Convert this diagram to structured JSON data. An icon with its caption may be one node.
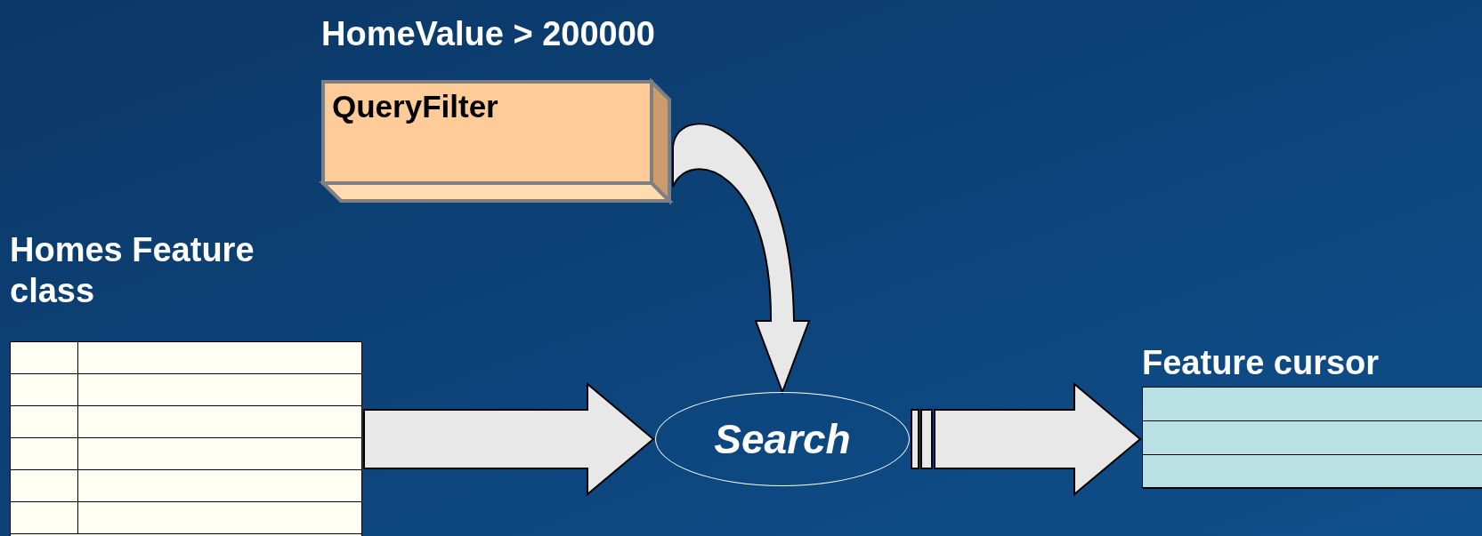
{
  "diagram": {
    "nodes": [
      {
        "text": [
          "QueryFilter"
        ],
        "beside": [
          "HomeValue > 200000"
        ]
      },
      {
        "text": [
          "Homes Feature class"
        ]
      },
      {
        "text": [
          "Search"
        ]
      },
      {
        "text": [
          "Feature cursor"
        ]
      }
    ],
    "edges": [
      {
        "from": 0,
        "to": 2,
        "arrow": "to"
      },
      {
        "from": 1,
        "to": 2,
        "arrow": "to"
      },
      {
        "from": 2,
        "to": 3,
        "arrow": "to"
      }
    ]
  }
}
